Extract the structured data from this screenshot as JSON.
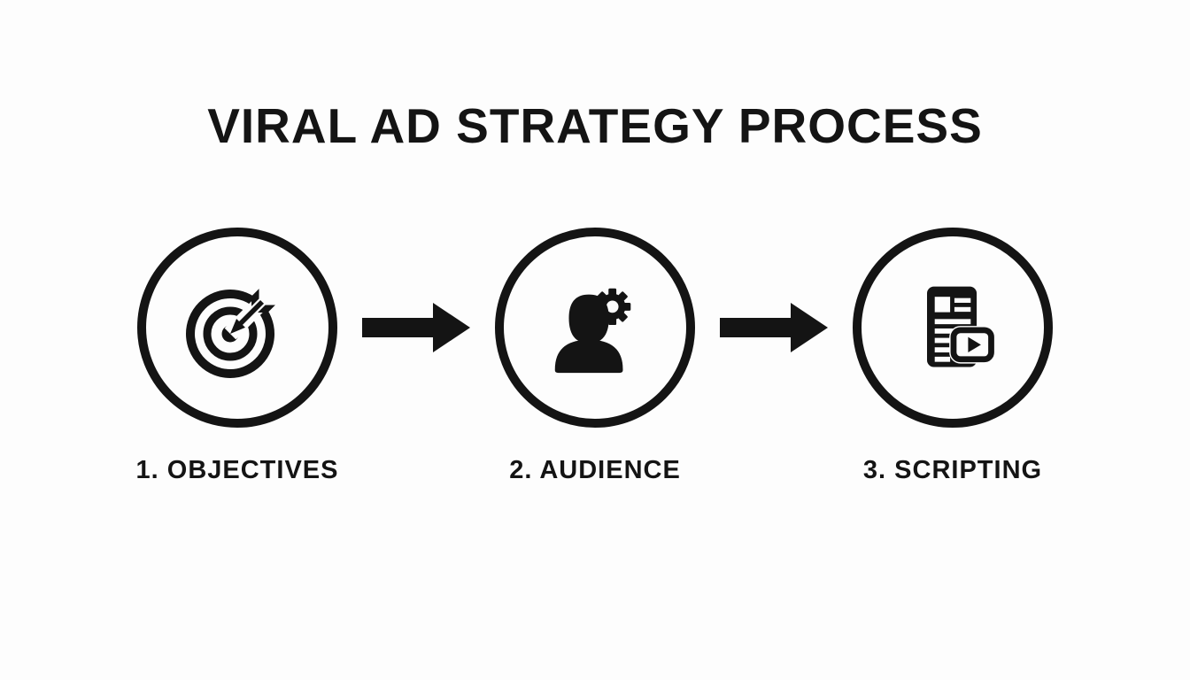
{
  "page": {
    "background_color": "#fdfdfd",
    "ink_color": "#141414"
  },
  "title": "VIRAL AD STRATEGY PROCESS",
  "steps": [
    {
      "label": "1. OBJECTIVES",
      "icon": "target-arrow-icon"
    },
    {
      "label": "2. AUDIENCE",
      "icon": "person-gear-icon"
    },
    {
      "label": "3. SCRIPTING",
      "icon": "script-video-icon"
    }
  ],
  "connectors": [
    {
      "icon": "right-arrow-icon"
    },
    {
      "icon": "right-arrow-icon"
    }
  ]
}
